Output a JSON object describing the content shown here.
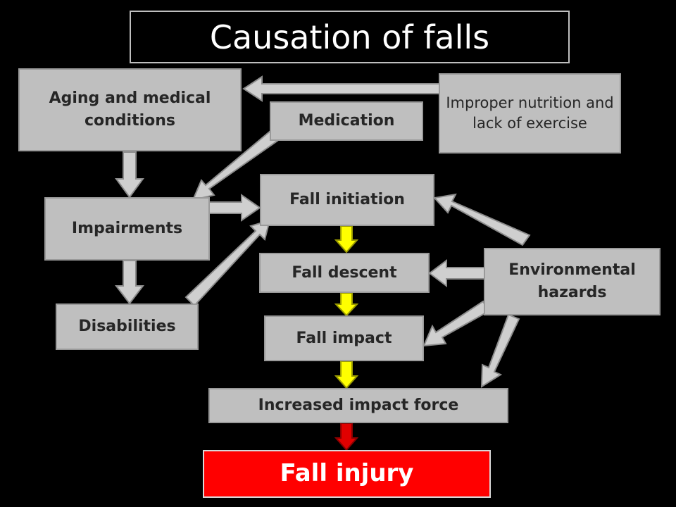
{
  "title": "Causation of falls",
  "boxes": {
    "aging": "Aging and medical conditions",
    "improper": "Improper nutrition and lack of exercise",
    "medication": "Medication",
    "impairments": "Impairments",
    "disabilities": "Disabilities",
    "initiation": "Fall initiation",
    "descent": "Fall descent",
    "impact": "Fall impact",
    "environmental": "Environmental hazards",
    "force": "Increased impact force",
    "injury": "Fall injury"
  },
  "colors": {
    "background": "#000000",
    "box": "#bfbfbf",
    "arrow_gray": "#c8c8c8",
    "arrow_yellow": "#ffff00",
    "arrow_red": "#e00000",
    "injury_box": "#ff0000"
  }
}
